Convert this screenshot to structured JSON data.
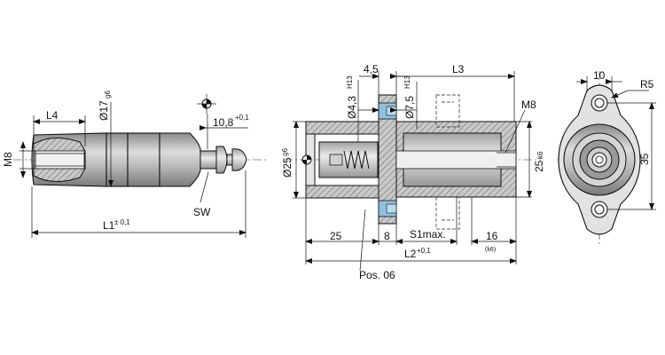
{
  "left_view": {
    "thread_label": "M8",
    "length_label": "L4",
    "diameter_label": "Ø17",
    "diameter_tol": "g6",
    "offset_label": "10,8",
    "offset_tol": "+0,1",
    "wrench_label": "SW",
    "total_label": "L1",
    "total_tol": "± 0,1"
  },
  "middle_view": {
    "dim_45": "4,5",
    "dim_L3": "L3",
    "bore_small": "Ø4,3",
    "bore_small_tol": "H13",
    "bore_large": "Ø7,5",
    "bore_large_tol": "H13",
    "thread_label": "M8",
    "diameter_label": "Ø25",
    "diameter_tol": "g6",
    "body_dia": "25",
    "body_dia_tol": "k6",
    "dim_25": "25",
    "dim_8": "8",
    "stroke_label": "S1max.",
    "dim_16": "16",
    "dim_16_tol": "(k6)",
    "total_label": "L2",
    "total_tol": "+0,1",
    "position_label": "Pos. 06"
  },
  "right_view": {
    "width_label": "10",
    "radius_label": "R5",
    "height_label": "35"
  },
  "colors": {
    "body_gray": "#b3b3b3",
    "accent_blue": "#8fc1de"
  }
}
